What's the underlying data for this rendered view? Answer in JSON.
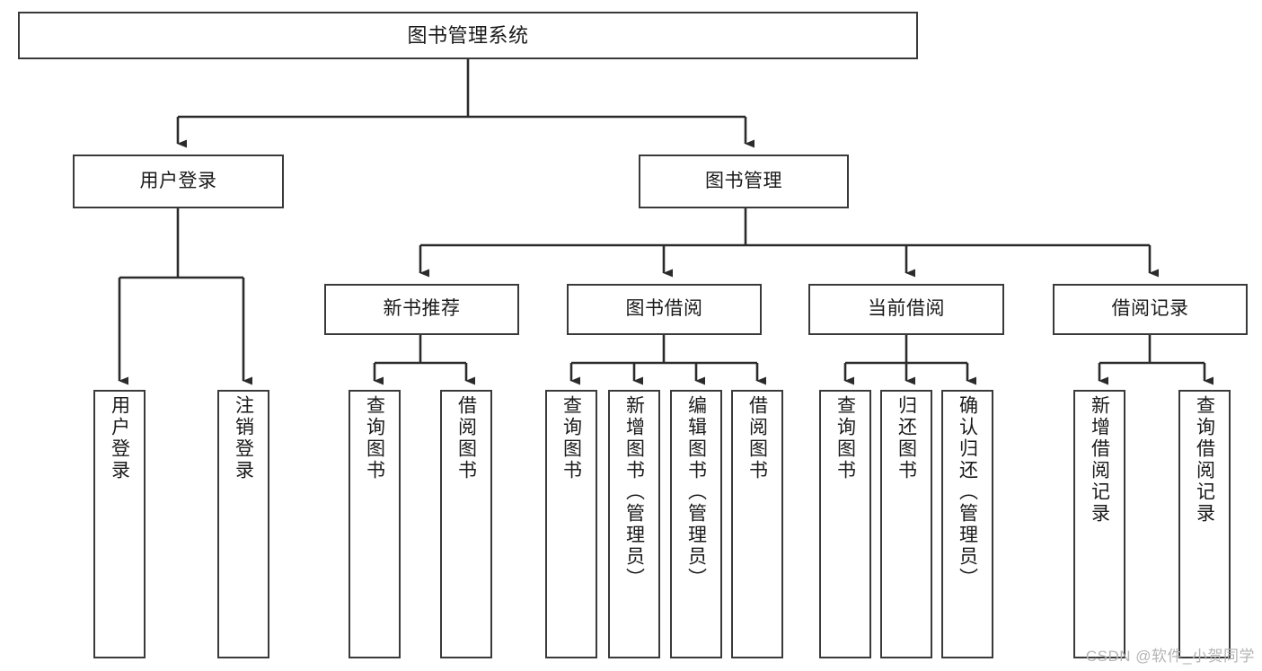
{
  "diagram": {
    "type": "tree-hierarchy",
    "title": "图书管理系统",
    "watermark": "CSDN @软件_小贺同学",
    "colors": {
      "box_border": "#3a3a3a",
      "box_fill": "#ffffff",
      "edge": "#2b2b2b",
      "text": "#1a1a1a",
      "watermark": "#b4b4b4",
      "background": "#ffffff"
    },
    "levels": {
      "root": {
        "label": "图书管理系统"
      },
      "level2": [
        {
          "label": "用户登录"
        },
        {
          "label": "图书管理"
        }
      ],
      "level3": [
        {
          "label": "新书推荐"
        },
        {
          "label": "图书借阅"
        },
        {
          "label": "当前借阅"
        },
        {
          "label": "借阅记录"
        }
      ],
      "leaves_user_login": [
        {
          "label": "用户登录"
        },
        {
          "label": "注销登录"
        }
      ],
      "leaves_new_book": [
        {
          "label": "查询图书"
        },
        {
          "label": "借阅图书"
        }
      ],
      "leaves_borrow": [
        {
          "label": "查询图书"
        },
        {
          "label": "新增图书（管理员）"
        },
        {
          "label": "编辑图书（管理员）"
        },
        {
          "label": "借阅图书"
        }
      ],
      "leaves_current": [
        {
          "label": "查询图书"
        },
        {
          "label": "归还图书"
        },
        {
          "label": "确认归还（管理员）"
        }
      ],
      "leaves_record": [
        {
          "label": "新增借阅记录"
        },
        {
          "label": "查询借阅记录"
        }
      ]
    }
  }
}
